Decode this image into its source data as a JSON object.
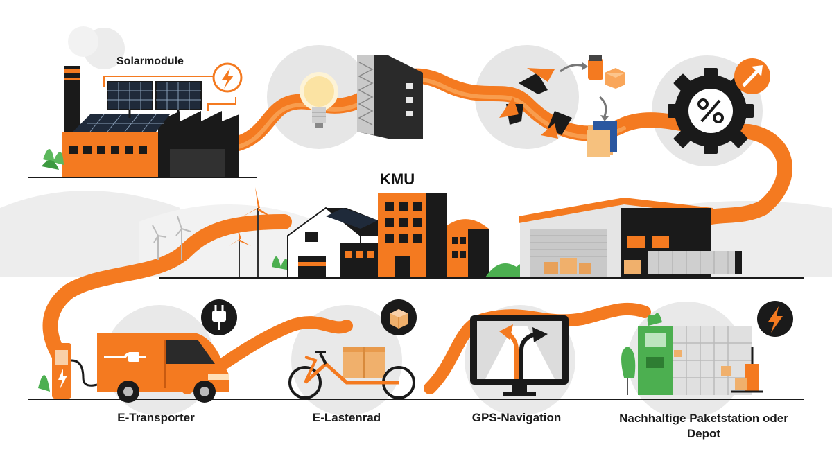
{
  "labels": {
    "solarmodule": "Solarmodule",
    "kmu": "KMU",
    "e_transporter": "E-Transporter",
    "e_lastenrad": "E-Lastenrad",
    "gps_navigation": "GPS-Navigation",
    "paketstation": "Nachhaltige Paketstation oder Depot"
  },
  "icons": {
    "energy": "lightning-bolt-icon",
    "percent": "percent-icon",
    "plug": "plug-icon",
    "package": "package-icon",
    "up_arrow": "arrow-up-icon",
    "recycle": "recycle-icon"
  },
  "colors": {
    "accent": "#f47a20",
    "accent_light": "#f9a65a",
    "dark": "#1a1a1a",
    "gray_bg": "#e6e6e6",
    "green": "#4caf50",
    "panel_blue": "#1f2a3a"
  }
}
